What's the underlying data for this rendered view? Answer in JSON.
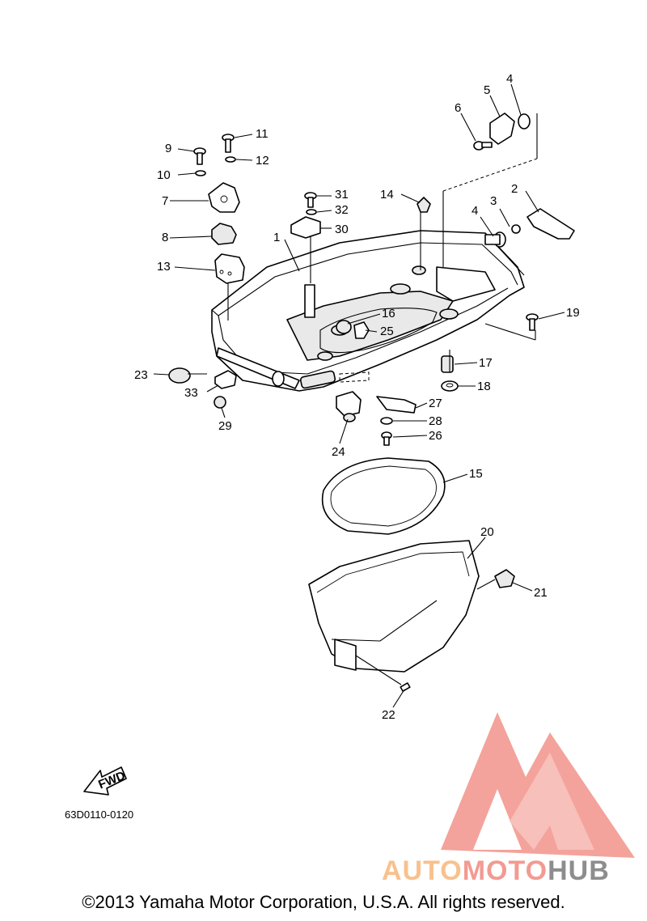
{
  "drawing_code": "63D0110-0120",
  "copyright": "©2013 Yamaha Motor Corporation, U.S.A. All rights reserved.",
  "fwd_label": "FWD",
  "watermark": {
    "parts": [
      "AUTO",
      "MOTO",
      "HUB"
    ],
    "colors": {
      "auto": "#f7b77a",
      "moto": "#f08a80",
      "hub": "#7a7a7a",
      "triangle": "#f2938a"
    }
  },
  "callouts": [
    "1",
    "2",
    "3",
    "4",
    "4",
    "5",
    "6",
    "7",
    "8",
    "9",
    "10",
    "11",
    "12",
    "13",
    "14",
    "15",
    "16",
    "17",
    "18",
    "19",
    "20",
    "21",
    "22",
    "23",
    "24",
    "25",
    "26",
    "27",
    "28",
    "29",
    "30",
    "31",
    "32",
    "33"
  ]
}
